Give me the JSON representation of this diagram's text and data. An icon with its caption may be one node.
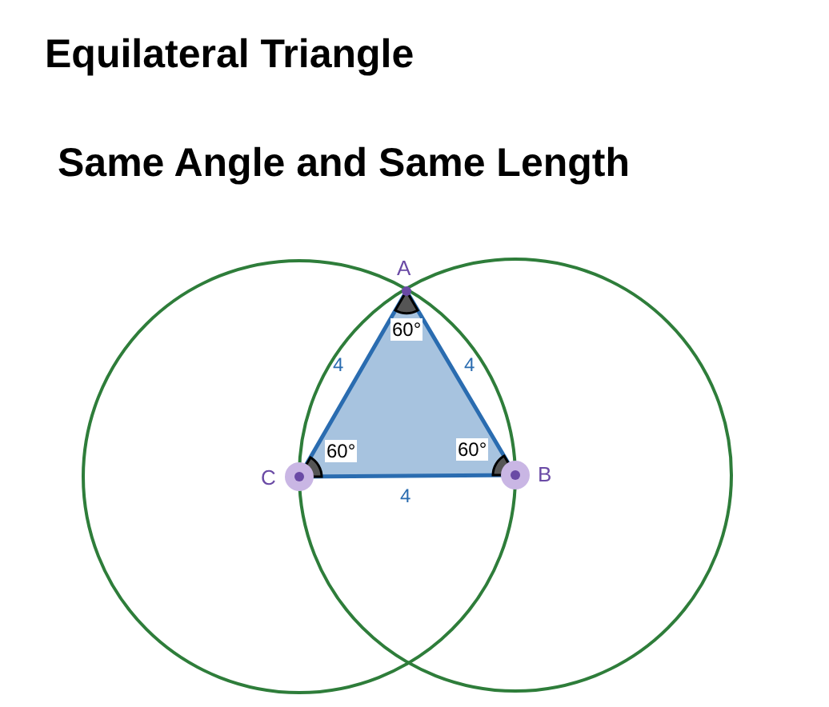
{
  "diagram": {
    "title": "Equilateral Triangle",
    "labels": [
      "Same Angle and Same Length",
      "A",
      "60°",
      "4",
      "4",
      "60°",
      "60°",
      "C",
      "B",
      "4"
    ]
  }
}
